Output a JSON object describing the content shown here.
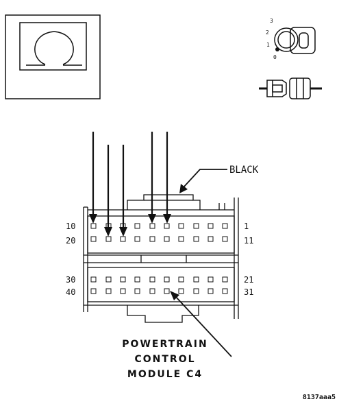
{
  "connector": {
    "color_label": "BLACK",
    "title_line1": "POWERTRAIN",
    "title_line2": "CONTROL",
    "title_line3": "MODULE C4",
    "pins": {
      "row1_left": "10",
      "row1_right": "1",
      "row2_left": "20",
      "row2_right": "11",
      "row3_left": "30",
      "row3_right": "21",
      "row4_left": "40",
      "row4_right": "31"
    }
  },
  "ignition": {
    "positions": [
      "3",
      "2",
      "1",
      "0"
    ]
  },
  "figure_id": "8137aaa5",
  "colors": {
    "ink": "#111111",
    "background": "#ffffff"
  }
}
